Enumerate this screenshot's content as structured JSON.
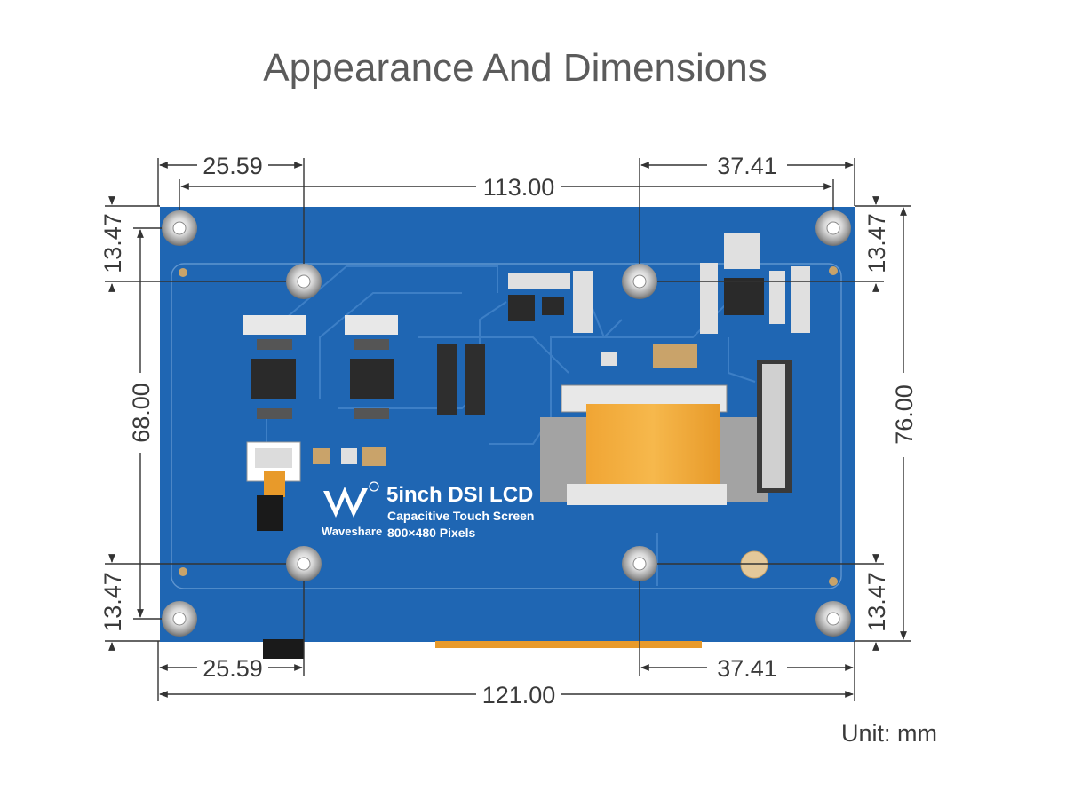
{
  "title": "Appearance And Dimensions",
  "unit_label": "Unit: mm",
  "dimensions": {
    "top_left_offset": "25.59",
    "top_right_offset": "37.41",
    "hole_spacing_width": "113.00",
    "bottom_left_offset": "25.59",
    "bottom_right_offset": "37.41",
    "overall_width": "121.00",
    "left_top_margin": "13.47",
    "left_bottom_margin": "13.47",
    "hole_spacing_height": "68.00",
    "right_top_margin": "13.47",
    "right_bottom_margin": "13.47",
    "overall_height": "76.00"
  },
  "board": {
    "brand": "Waveshare",
    "product": "5inch DSI LCD",
    "subtitle": "Capacitive Touch Screen",
    "resolution": "800×480 Pixels",
    "color": "#1f66b3"
  }
}
